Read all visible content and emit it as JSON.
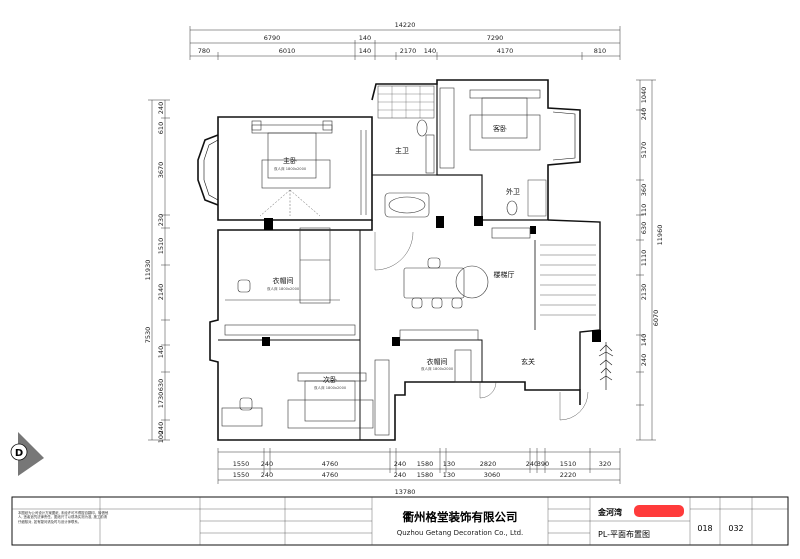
{
  "drawing": {
    "dims_top_total": "14220",
    "dims_top_row": [
      "6790",
      "140",
      "7290"
    ],
    "dims_top_detail": [
      "780",
      "6010",
      "140",
      "2170",
      "140",
      "4170",
      "810"
    ],
    "dims_bottom_total": "13780",
    "dims_bottom_row1": [
      "1550",
      "240",
      "4760",
      "240",
      "1580",
      "130",
      "2820",
      "240",
      "390",
      "1510",
      "320"
    ],
    "dims_bottom_row2": [
      "1550",
      "240",
      "4760",
      "240",
      "1580",
      "130",
      "3060",
      "2220"
    ],
    "dims_left_total": "11930",
    "dims_left": [
      "240",
      "610",
      "3670",
      "230",
      "1510",
      "2140",
      "7530",
      "140",
      "1730",
      "630",
      "240",
      "100"
    ],
    "dims_right_total": "11960",
    "dims_right": [
      "1040",
      "240",
      "5170",
      "360",
      "110",
      "630",
      "2130",
      "6070",
      "140",
      "1110",
      "240"
    ],
    "rooms": [
      {
        "label": "主卧",
        "sub": "双人床 1800x2000"
      },
      {
        "label": "客卧",
        "sub": ""
      },
      {
        "label": "主卫",
        "sub": ""
      },
      {
        "label": "外卫",
        "sub": ""
      },
      {
        "label": "衣帽间",
        "sub": "双人床 1800x2000"
      },
      {
        "label": "楼梯厅",
        "sub": ""
      },
      {
        "label": "衣帽间",
        "sub": "双人床 1800x2000"
      },
      {
        "label": "玄关",
        "sub": ""
      },
      {
        "label": "次卧",
        "sub": "双人床 1800x2000"
      }
    ],
    "north_mark": "D"
  },
  "title_block": {
    "notes": "本图纸为公司设计方案图纸, 未经许可不得擅自翻印、转借他人, 违者追究法律责任。图纸尺寸以现场实测为准, 施工前请仔细核对, 如有疑问请及时与设计师联系。",
    "company_cn": "衢州格堂装饰有限公司",
    "company_en": "Quzhou Getang Decoration Co., Ltd.",
    "project_name": "金河湾",
    "drawing_title": "PL-平面布置图",
    "sheet_no": "018",
    "page_no": "032",
    "redact_color": "#ff3b3b"
  }
}
